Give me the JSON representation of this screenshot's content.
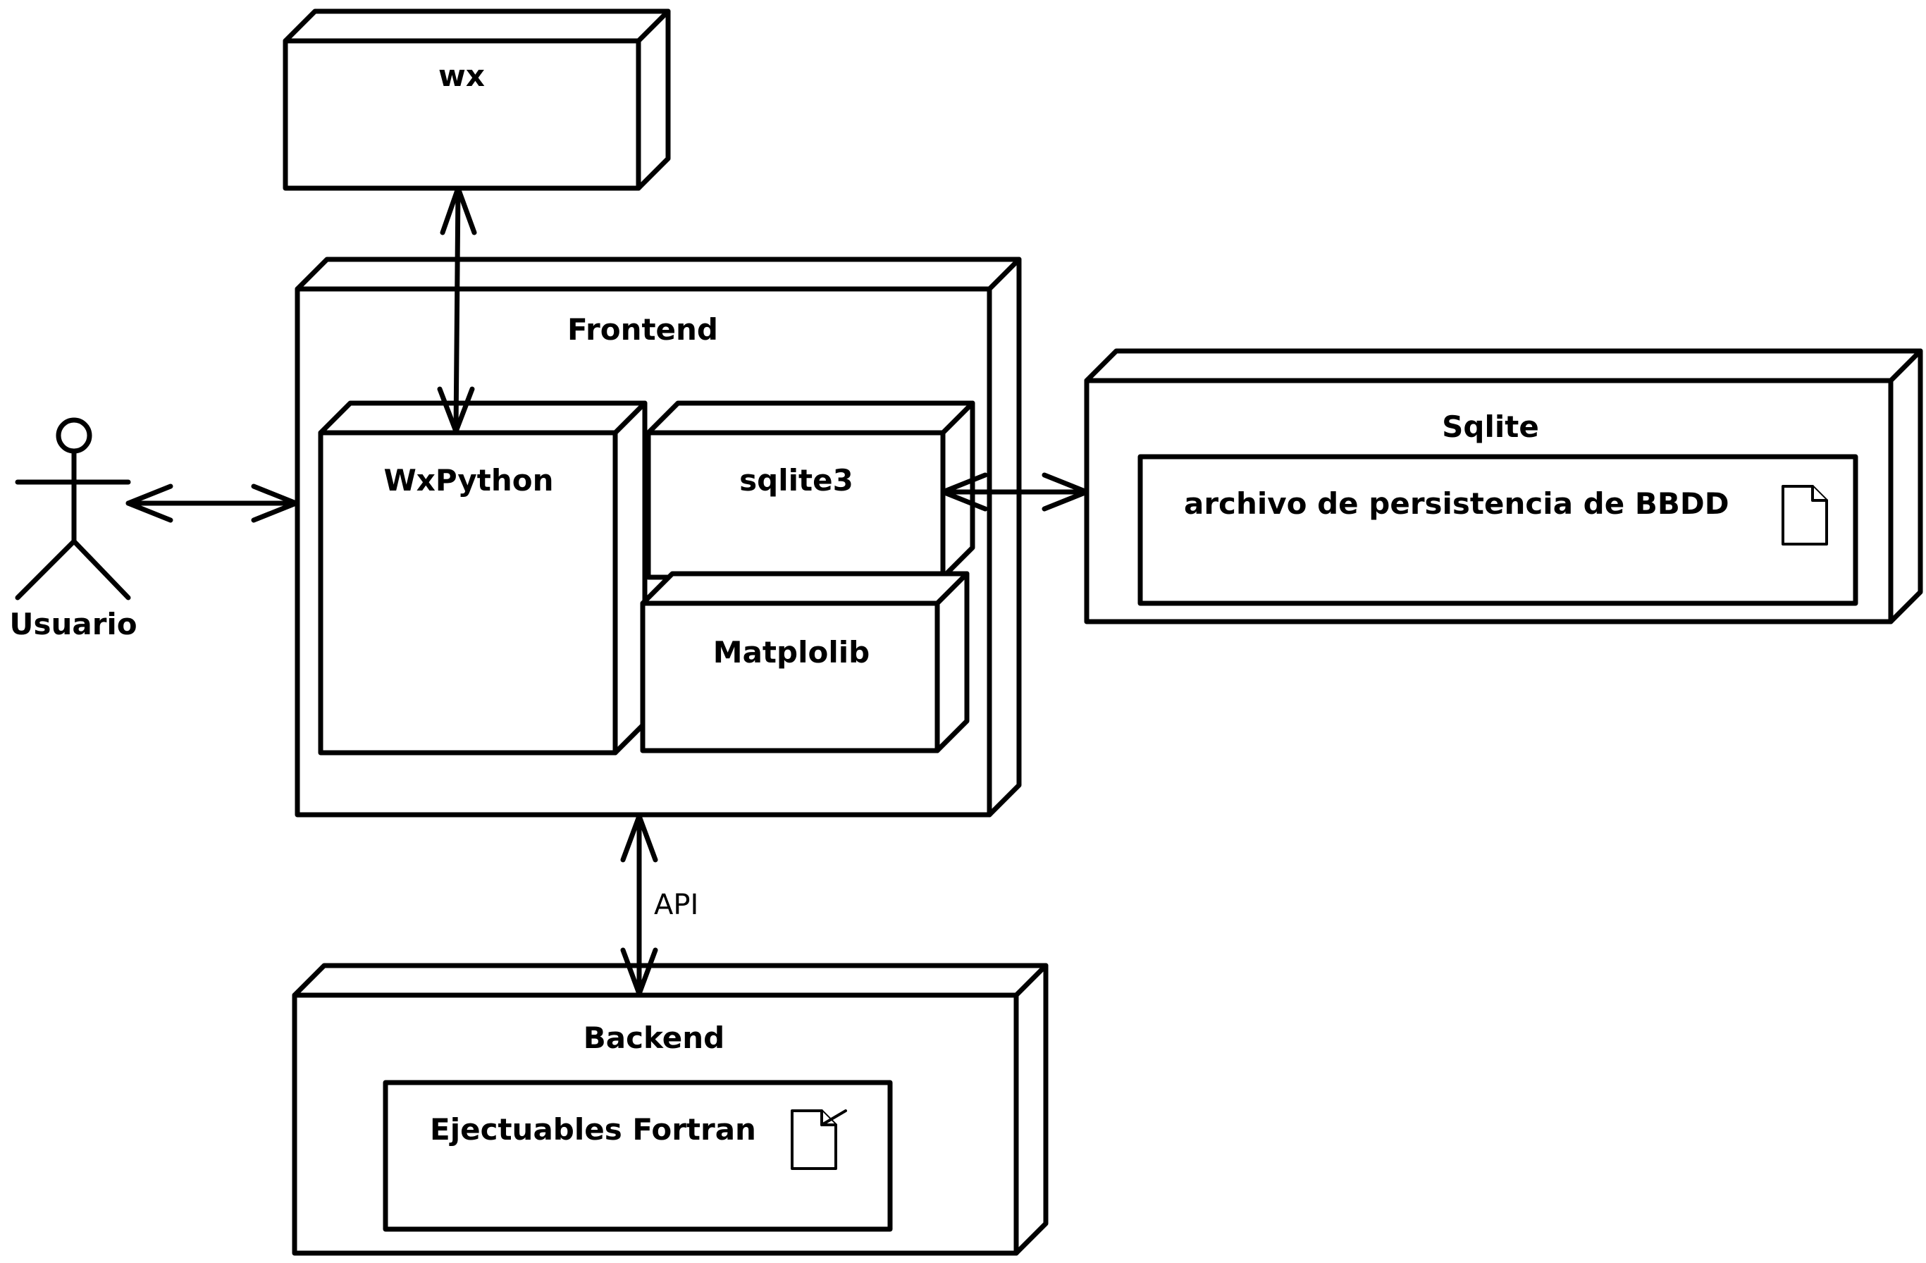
{
  "diagram": {
    "nodes": {
      "wx": "wx",
      "frontend": "Frontend",
      "wxpython": "WxPython",
      "sqlite3": "sqlite3",
      "matplotlib": "Matplolib",
      "sqlite": "Sqlite",
      "backend": "Backend"
    },
    "artifacts": {
      "persistence_file": "archivo de persistencia de BBDD",
      "fortran_executables": "Ejectuables Fortran"
    },
    "actor": {
      "name": "Usuario"
    },
    "connections": {
      "frontend_backend_label": "API"
    },
    "icons": {
      "persistence_file_icon": "document-icon",
      "fortran_executables_icon": "executable-document-icon"
    }
  }
}
